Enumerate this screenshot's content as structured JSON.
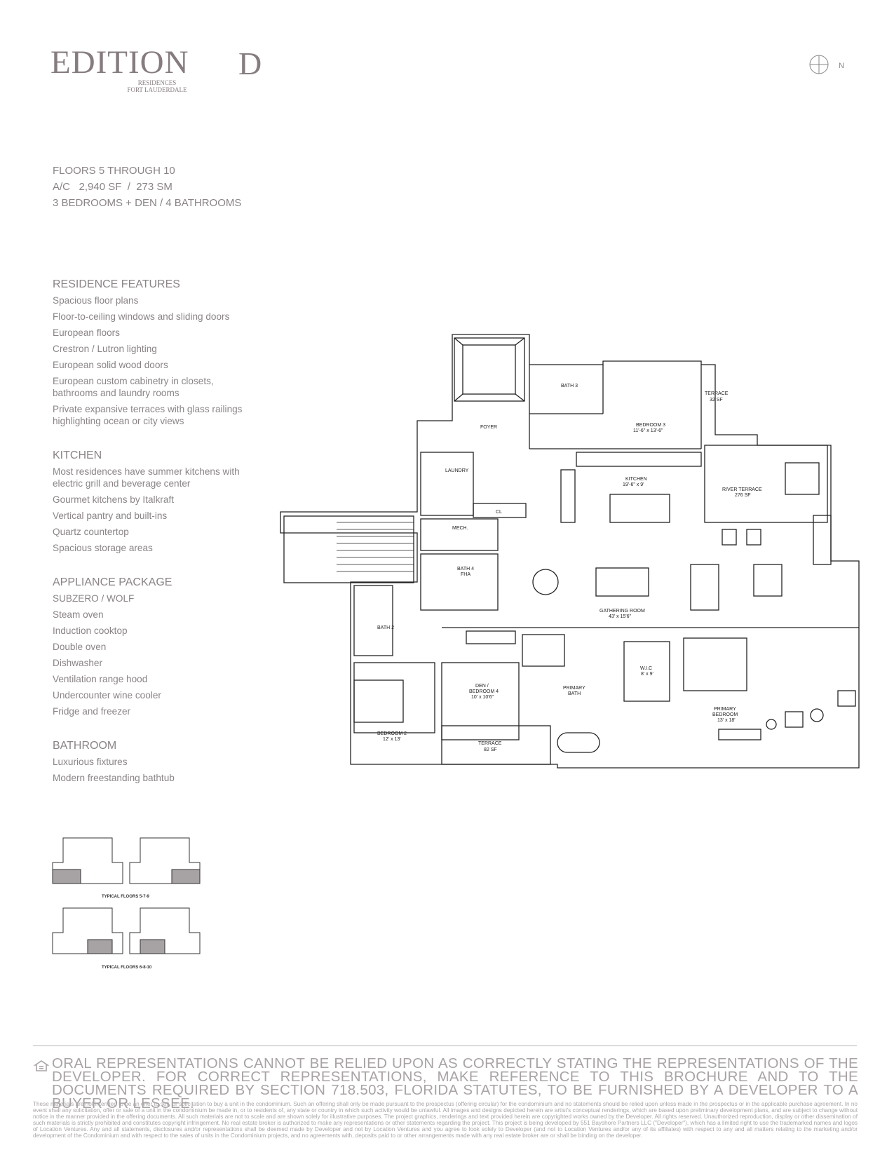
{
  "brand": {
    "logo_word": "EDITION",
    "logo_sub_line1": "RESIDENCES",
    "logo_sub_line2": "FORT LAUDERDALE",
    "unit_letter": "D"
  },
  "compass": {
    "label": "N"
  },
  "specs": {
    "floors": "FLOORS 5 THROUGH 10",
    "area": "A/C   2,940 SF  /  273 SM",
    "rooms": "3 BEDROOMS + DEN  /  4 BATHROOMS"
  },
  "sections": [
    {
      "title": "RESIDENCE FEATURES",
      "items": [
        "Spacious floor plans",
        "Floor-to-ceiling windows and sliding doors",
        "European floors",
        "Crestron / Lutron lighting",
        "European solid wood doors",
        "European custom cabinetry in closets, bathrooms and laundry rooms",
        "Private expansive terraces with glass railings highlighting ocean or city views"
      ]
    },
    {
      "title": "KITCHEN",
      "items": [
        "Most residences have summer kitchens with electric grill and beverage center",
        "Gourmet kitchens by Italkraft",
        "Vertical pantry and built-ins",
        "Quartz countertop",
        "Spacious storage areas"
      ]
    },
    {
      "title": "APPLIANCE PACKAGE",
      "items": [
        "SUBZERO / WOLF",
        "Steam oven",
        "Induction cooktop",
        "Double oven",
        "Dishwasher",
        "Ventilation range hood",
        "Undercounter wine cooler",
        "Fridge and freezer"
      ]
    },
    {
      "title": "BATHROOM",
      "items": [
        "Luxurious fixtures",
        "Modern freestanding bathtub"
      ]
    }
  ],
  "floorplan": {
    "rooms": {
      "bath3": "BATH 3",
      "terrace_top": "TERRACE",
      "terrace_top_area": "32 SF",
      "bedroom3": "BEDROOM 3",
      "bedroom3_dim": "11'-6\" x 13'-6\"",
      "foyer": "FOYER",
      "laundry": "LAUNDRY",
      "kitchen": "KITCHEN",
      "kitchen_dim": "19'-6\" x 9'",
      "river_terrace": "RIVER TERRACE",
      "river_terrace_area": "276 SF",
      "cl": "CL",
      "mech": "MECH.",
      "bath4": "BATH 4",
      "bath4_note": "FHA",
      "gathering": "GATHERING ROOM",
      "gathering_dim": "43' x 15'6\"",
      "bath2": "BATH 2",
      "den": "DEN /",
      "den_line2": "BEDROOM 4",
      "den_dim": "10' x 10'6\"",
      "primary_bath": "PRIMARY",
      "primary_bath_line2": "BATH",
      "wic": "W.I.C",
      "wic_dim": "8' x 9'",
      "primary_bedroom": "PRIMARY",
      "primary_bedroom_line2": "BEDROOM",
      "primary_bedroom_dim": "13' x 18'",
      "bedroom2": "BEDROOM 2",
      "bedroom2_dim": "12' x 13'",
      "terrace_bottom": "TERRACE",
      "terrace_bottom_area": "82 SF"
    }
  },
  "keyplans": {
    "caption_top": "TYPICAL FLOORS 5-7-9",
    "caption_bottom": "TYPICAL FLOORS 6-8-10"
  },
  "disclaimer": {
    "big": "ORAL REPRESENTATIONS CANNOT BE RELIED UPON AS CORRECTLY STATING THE REPRESENTATIONS OF THE DEVELOPER. FOR CORRECT REPRESENTATIONS, MAKE REFERENCE TO THIS BROCHURE AND TO THE DOCUMENTS REQUIRED BY SECTION 718.503, FLORIDA STATUTES, TO BE FURNISHED BY A DEVELOPER TO A BUYER OR LESSEE.",
    "small": "These materials are not intended to be an offer to sell, or solicitation to buy a unit in the condominium. Such an offering shall only be made pursuant to the prospectus (offering circular) for the condominium and no statements should be relied upon unless made in the prospectus or in the applicable purchase agreement. In no event shall any solicitation, offer or sale of a unit in the condominium be made in, or to residents of, any state or country in which such activity would be unlawful. All images and designs depicted herein are artist's conceptual renderings, which are based upon preliminary development plans, and are subject to change without notice in the manner provided in the offering documents. All such materials are not to scale and are shown solely for illustrative purposes. The project graphics, renderings and text provided herein are copyrighted works owned by the Developer. All rights reserved. Unauthorized reproduction, display or other dissemination of such materials is strictly prohibited and constitutes copyright infringement. No real estate broker is authorized to make any representations or other statements regarding the project. This project is being developed by 551 Bayshore Partners LLC (\"Developer\"), which has a limited right to use the trademarked names and logos of Location Ventures. Any and all statements, disclosures and/or representations shall be deemed made by Developer and not by Location Ventures and you agree to look solely to Developer (and not to Location Ventures and/or any of its affiliates) with respect to any and all matters relating to the marketing and/or development of the Condominium and with respect to the sales of units in the Condominium projects, and no agreements with, deposits paid to or other arrangements made with any real estate broker are or shall be binding on the developer."
  }
}
